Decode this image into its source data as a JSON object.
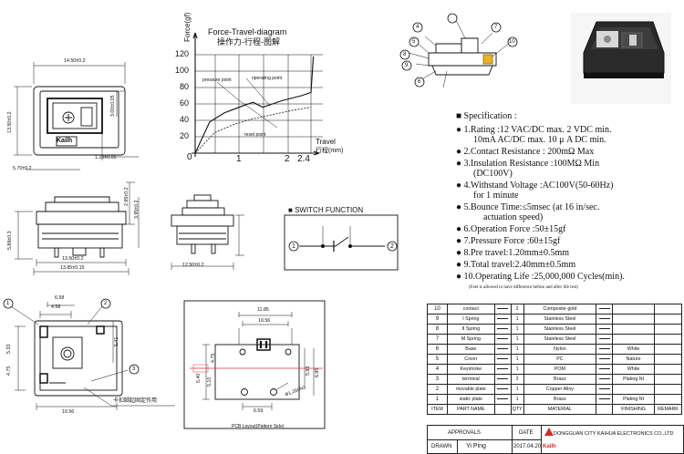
{
  "force_diagram": {
    "title_en": "Force-Travel-diagram",
    "title_cn": "操作力-行程-图解",
    "y_axis_label": "Force(gf)",
    "x_axis_label_en": "Travel",
    "x_axis_label_cn": "行程(mm)",
    "y_ticks": [
      "120",
      "100",
      "80",
      "60",
      "40",
      "20",
      "0"
    ],
    "x_ticks": [
      "1",
      "2",
      "2.4"
    ],
    "annotations": {
      "pressure_point": "pressure point",
      "operating_point": "operating point",
      "reset_point": "reset point"
    }
  },
  "chart_data": {
    "type": "line",
    "title": "Force-Travel-diagram",
    "xlabel": "Travel 行程(mm)",
    "ylabel": "Force(gf)",
    "xlim": [
      0,
      2.5
    ],
    "ylim": [
      0,
      120
    ],
    "series": [
      {
        "x": [
          0,
          0.3,
          0.6,
          1.0,
          1.2,
          1.4,
          1.8,
          2.2,
          2.4,
          2.45
        ],
        "y": [
          0,
          38,
          49,
          58,
          62,
          56,
          64,
          70,
          74,
          118
        ]
      },
      {
        "x": [
          0,
          0.4,
          0.8,
          1.2,
          1.6,
          2.0,
          2.4
        ],
        "y": [
          0,
          25,
          35,
          42,
          47,
          52,
          56
        ]
      }
    ]
  },
  "dimensions": {
    "top_width": "14.50±0.2",
    "side_height": "13.50±0.2",
    "inner_height": "3.00±0.05",
    "stem_offset": "1.20±0.05",
    "pin_offset": "5.70±0.2",
    "front_h1": "2.95±0.2",
    "front_h2": "5.89±0.3",
    "front_h3": "3.95±0.2",
    "front_w1": "13.50±0.2",
    "front_w2": "13.85±0.15",
    "side_w": "12.50±0.2",
    "bottom_w1": "6.58",
    "bottom_w2": "4.58",
    "bottom_h1": "5.33",
    "bottom_h2": "5.41",
    "bottom_h3": "4.75",
    "bottom_w3": "10.56",
    "pcb_w1": "11.85",
    "pcb_w2": "10.56",
    "pcb_h1": "4.75",
    "pcb_h2": "5.93",
    "pcb_h3": "6.95",
    "pcb_h4": "5.40",
    "pcb_h5": "5.10",
    "pcb_w3": "6.59",
    "hole_dia": "Φ1.20(4x)",
    "pcb_caption": "PCB Layout(Pattern Side)",
    "bottom_note": "卡扣脚起固定作用",
    "logo_text": "Kailh"
  },
  "callouts": [
    "1",
    "2",
    "3",
    "4",
    "5",
    "6",
    "7",
    "8",
    "9",
    "10"
  ],
  "switch_function": {
    "title": "SWITCH FUNCTION",
    "node1": "1",
    "node2": "2"
  },
  "specification": {
    "heading": "Specification :",
    "items": [
      "1.Rating :12 VAC/DC max. 2 VDC min.",
      "10mA AC/DC max. 10 μ A DC min.",
      "2.Contact Resistance : 200mΩ Max",
      "3.Insulation Resistance :100MΩ Min",
      "(DC100V)",
      "4.Withstand Voltage :AC100V(50-60Hz)",
      "for 1 minute",
      "5.Bounce Time:≤5msec (at 16 in/sec.",
      "actuation speed)",
      "6.Operation Force :50±15gf",
      "7.Pressure Force :60±15gf",
      "8.Pre travel:1.20mm±0.5mm",
      "9.Total travel:2.40mm±0.5mm",
      "10.Operating Life :25,000,000 Cycles(min)."
    ],
    "note": "(Feel is allowed to have difference before and after life test)"
  },
  "bom": {
    "rows": [
      {
        "no": "10",
        "part": "contact",
        "qty": "2",
        "material": "Composite gold",
        "finishing": "",
        "remark": ""
      },
      {
        "no": "9",
        "part": "I Spring",
        "qty": "1",
        "material": "Stainless Steel",
        "finishing": "",
        "remark": ""
      },
      {
        "no": "8",
        "part": "II Spring",
        "qty": "1",
        "material": "Stainless Steel",
        "finishing": "",
        "remark": ""
      },
      {
        "no": "7",
        "part": "M Spring",
        "qty": "1",
        "material": "Stainless Steel",
        "finishing": "",
        "remark": ""
      },
      {
        "no": "6",
        "part": "Base",
        "qty": "1",
        "material": "Nylon",
        "finishing": "White",
        "remark": ""
      },
      {
        "no": "5",
        "part": "Cover",
        "qty": "1",
        "material": "PC",
        "finishing": "Nature",
        "remark": ""
      },
      {
        "no": "4",
        "part": "Keystroke",
        "qty": "1",
        "material": "POM",
        "finishing": "White",
        "remark": ""
      },
      {
        "no": "3",
        "part": "terminal",
        "qty": "2",
        "material": "Brass",
        "finishing": "Plating NI",
        "remark": ""
      },
      {
        "no": "2",
        "part": "movable plate",
        "qty": "1",
        "material": "Copper Alloy",
        "finishing": "",
        "remark": ""
      },
      {
        "no": "1",
        "part": "static plate",
        "qty": "1",
        "material": "Brass",
        "finishing": "Plating NI",
        "remark": ""
      }
    ],
    "header": {
      "item": "ITEM",
      "part": "PART NAME",
      "qty": "QTY",
      "material": "MATERIAL",
      "finishing": "FINISHING",
      "remark": "REMARK"
    }
  },
  "title_block": {
    "approvals": "APPROVALS",
    "date": "DATE",
    "drawn": "DRAWN",
    "drawn_by": "Yi Ping",
    "drawn_date": "2017.04.20",
    "company": "DONGGUAN CITY KAIHUA ELECTRONICS CO.,LTD",
    "logo": "Kailh"
  }
}
